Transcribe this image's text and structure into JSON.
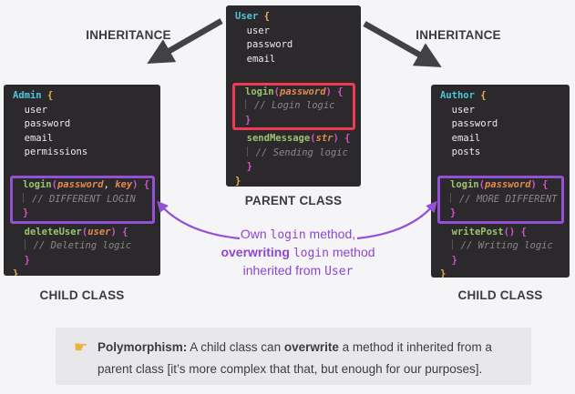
{
  "colors": {
    "pagebg": "#f5f4f7",
    "codebg": "#2b292c",
    "white": "#eceaec",
    "cyan": "#4cc5dd",
    "yellow": "#e6b455",
    "green": "#9ac46f",
    "magenta": "#d653c8",
    "orange": "#e28a4f",
    "comment": "#8a868c",
    "redbox": "#ec3b52",
    "purple": "#9351d6",
    "purple-text": "#8d46d2",
    "label": "#3b3b3d",
    "arrow": "#424245",
    "calloutbg": "#e8e7ea",
    "callouttext": "#3d3c3f",
    "gold": "#eab43e"
  },
  "labels": {
    "inheritance_left": "INHERITANCE",
    "inheritance_right": "INHERITANCE",
    "parent_class": "PARENT CLASS",
    "child_class_left": "CHILD CLASS",
    "child_class_right": "CHILD CLASS"
  },
  "code_blocks": {
    "user": {
      "class_name": "User",
      "segments": [
        {
          "type": "plain",
          "name": "user-class-fields",
          "lines": [
            [
              [
                "cls",
                "User"
              ],
              [
                "b1",
                " {"
              ]
            ],
            [
              [
                "pl",
                "  user"
              ]
            ],
            [
              [
                "pl",
                "  password"
              ]
            ],
            [
              [
                "pl",
                "  email"
              ]
            ],
            []
          ]
        },
        {
          "type": "highlight",
          "color": "red",
          "name": "user-login-method-highlight",
          "lines": [
            [
              [
                "fn",
                "login"
              ],
              [
                "pu",
                "("
              ],
              [
                "pa",
                "password"
              ],
              [
                "pu",
                ")"
              ],
              [
                "pl",
                " "
              ],
              [
                "pu",
                "{"
              ]
            ],
            [
              [
                "gd",
                ""
              ],
              [
                "cm",
                "// Login logic"
              ]
            ],
            [
              [
                "pu",
                "}"
              ]
            ]
          ]
        },
        {
          "type": "plain",
          "name": "user-other-methods",
          "lines": [
            [
              [
                "pl",
                "  "
              ],
              [
                "fn",
                "sendMessage"
              ],
              [
                "pu",
                "("
              ],
              [
                "pa",
                "str"
              ],
              [
                "pu",
                ")"
              ],
              [
                "pl",
                " "
              ],
              [
                "pu",
                "{"
              ]
            ],
            [
              [
                "pl",
                "  "
              ],
              [
                "gd",
                ""
              ],
              [
                "cm",
                "// Sending logic"
              ]
            ],
            [
              [
                "pl",
                "  "
              ],
              [
                "pu",
                "}"
              ]
            ],
            [
              [
                "b1",
                "}"
              ]
            ]
          ]
        }
      ]
    },
    "admin": {
      "class_name": "Admin",
      "segments": [
        {
          "type": "plain",
          "name": "admin-class-fields",
          "lines": [
            [
              [
                "cls",
                "Admin"
              ],
              [
                "b1",
                " {"
              ]
            ],
            [
              [
                "pl",
                "  user"
              ]
            ],
            [
              [
                "pl",
                "  password"
              ]
            ],
            [
              [
                "pl",
                "  email"
              ]
            ],
            [
              [
                "pl",
                "  permissions"
              ]
            ],
            []
          ]
        },
        {
          "type": "highlight",
          "color": "purple",
          "name": "admin-login-method-highlight",
          "lines": [
            [
              [
                "fn",
                "login"
              ],
              [
                "pu",
                "("
              ],
              [
                "pa",
                "password"
              ],
              [
                "pl",
                ", "
              ],
              [
                "pa",
                "key"
              ],
              [
                "pu",
                ")"
              ],
              [
                "pl",
                " "
              ],
              [
                "pu",
                "{"
              ]
            ],
            [
              [
                "gd",
                ""
              ],
              [
                "cm",
                "// DIFFERENT LOGIN"
              ]
            ],
            [
              [
                "pu",
                "}"
              ]
            ]
          ]
        },
        {
          "type": "plain",
          "name": "admin-other-methods",
          "lines": [
            [
              [
                "pl",
                "  "
              ],
              [
                "fn",
                "deleteUser"
              ],
              [
                "pu",
                "("
              ],
              [
                "pa",
                "user"
              ],
              [
                "pu",
                ")"
              ],
              [
                "pl",
                " "
              ],
              [
                "pu",
                "{"
              ]
            ],
            [
              [
                "pl",
                "  "
              ],
              [
                "gd",
                ""
              ],
              [
                "cm",
                "// Deleting logic"
              ]
            ],
            [
              [
                "pl",
                "  "
              ],
              [
                "pu",
                "}"
              ]
            ],
            [
              [
                "b1",
                "}"
              ]
            ]
          ]
        }
      ]
    },
    "author": {
      "class_name": "Author",
      "segments": [
        {
          "type": "plain",
          "name": "author-class-fields",
          "lines": [
            [
              [
                "cls",
                "Author"
              ],
              [
                "b1",
                " {"
              ]
            ],
            [
              [
                "pl",
                "  user"
              ]
            ],
            [
              [
                "pl",
                "  password"
              ]
            ],
            [
              [
                "pl",
                "  email"
              ]
            ],
            [
              [
                "pl",
                "  posts"
              ]
            ],
            []
          ]
        },
        {
          "type": "highlight",
          "color": "purple",
          "name": "author-login-method-highlight",
          "lines": [
            [
              [
                "fn",
                "login"
              ],
              [
                "pu",
                "("
              ],
              [
                "pa",
                "password"
              ],
              [
                "pu",
                ")"
              ],
              [
                "pl",
                " "
              ],
              [
                "pu",
                "{"
              ]
            ],
            [
              [
                "gd",
                ""
              ],
              [
                "cm",
                "// MORE DIFFERENT"
              ]
            ],
            [
              [
                "pu",
                "}"
              ]
            ]
          ]
        },
        {
          "type": "plain",
          "name": "author-other-methods",
          "lines": [
            [
              [
                "pl",
                "  "
              ],
              [
                "fn",
                "writePost"
              ],
              [
                "pu",
                "()"
              ],
              [
                "pl",
                " "
              ],
              [
                "pu",
                "{"
              ]
            ],
            [
              [
                "pl",
                "  "
              ],
              [
                "gd",
                ""
              ],
              [
                "cm",
                "// Writing logic"
              ]
            ],
            [
              [
                "pl",
                "  "
              ],
              [
                "pu",
                "}"
              ]
            ],
            [
              [
                "b1",
                "}"
              ]
            ]
          ]
        }
      ]
    }
  },
  "annotation": {
    "lines": [
      [
        [
          "t",
          "Own "
        ],
        [
          "m",
          "login"
        ],
        [
          "t",
          " method,"
        ]
      ],
      [
        [
          "b",
          "overwriting"
        ],
        [
          "t",
          " "
        ],
        [
          "m",
          "login"
        ],
        [
          "t",
          " method"
        ]
      ],
      [
        [
          "t",
          "inherited from "
        ],
        [
          "m",
          "User"
        ]
      ]
    ]
  },
  "callout": {
    "icon": "pointing-hand-icon",
    "icon_glyph": "☛",
    "segments": [
      [
        "b",
        "Polymorphism:"
      ],
      [
        "t",
        " A child class can "
      ],
      [
        "b",
        "overwrite"
      ],
      [
        "t",
        " a method it inherited from a parent class [it’s more complex that that, but enough for our purposes]."
      ]
    ]
  }
}
